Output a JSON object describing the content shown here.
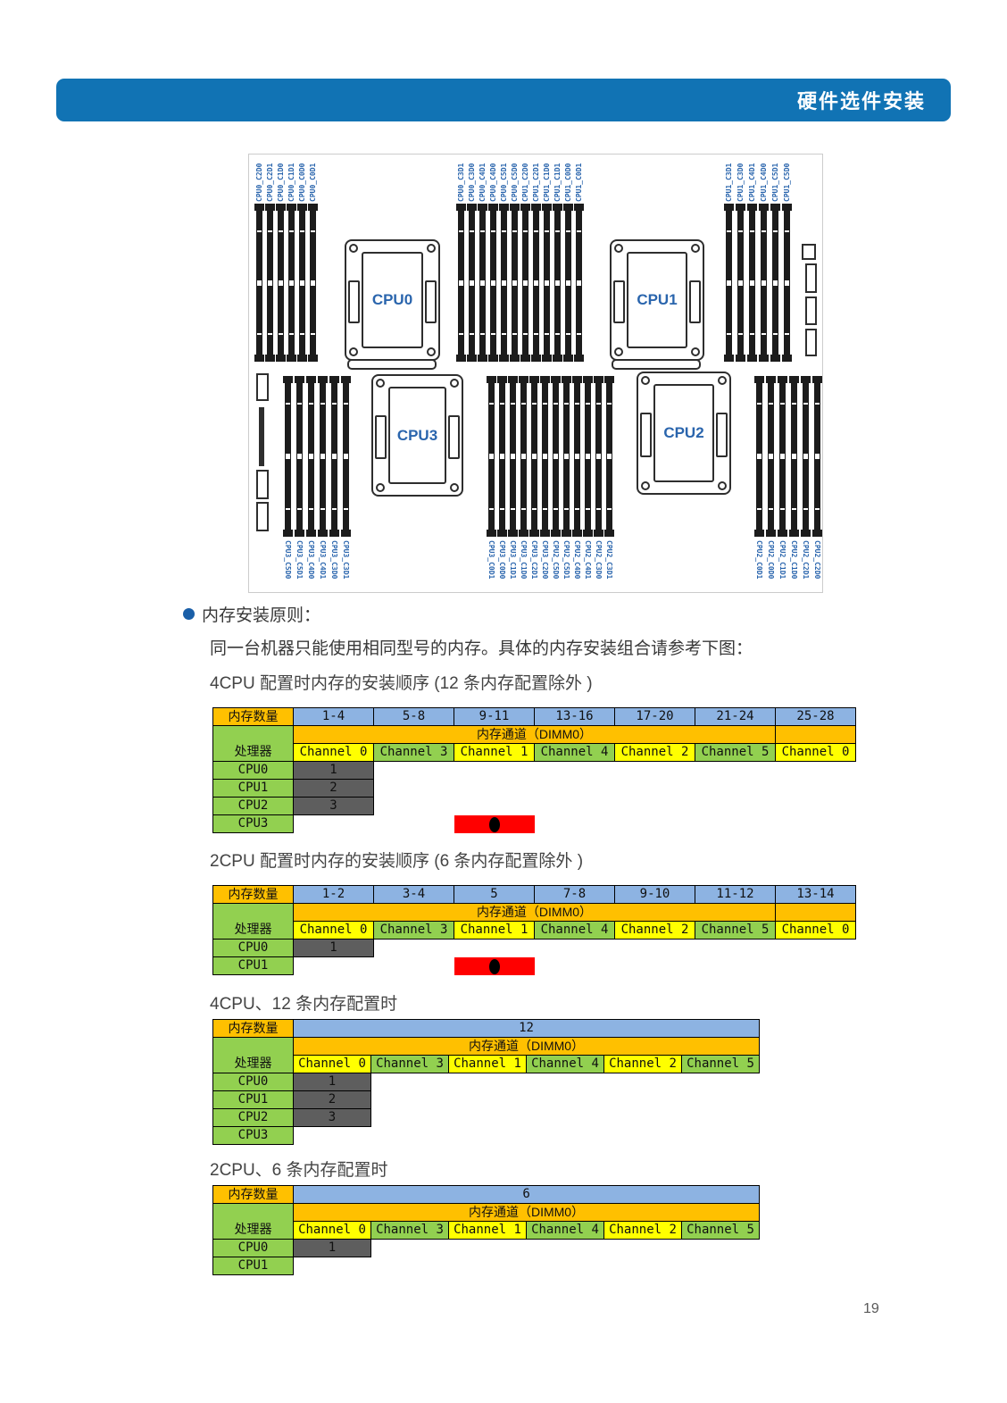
{
  "header": {
    "title": "硬件选件安装"
  },
  "notes": {
    "bullet": "内存安装原则：",
    "line2": "同一台机器只能使用相同型号的内存。具体的内存安装组合请参考下图："
  },
  "board": {
    "cpu_sockets": [
      "CPU0",
      "CPU1",
      "CPU2",
      "CPU3"
    ],
    "dimm_groups": [
      {
        "id": "top-left",
        "slots": [
          "CPU0_C2D0",
          "CPU0_C2D1",
          "CPU0_C1D0",
          "CPU0_C1D1",
          "CPU0_C0D0",
          "CPU0_C0D1"
        ]
      },
      {
        "id": "top-middle",
        "slots": [
          "CPU0_C3D1",
          "CPU0_C3D0",
          "CPU0_C4D1",
          "CPU0_C4D0",
          "CPU0_C5D1",
          "CPU0_C5D0",
          "CPU1_C2D0",
          "CPU1_C2D1",
          "CPU1_C1D0",
          "CPU1_C1D1",
          "CPU1_C0D0",
          "CPU1_C0D1"
        ]
      },
      {
        "id": "top-right",
        "slots": [
          "CPU1_C3D1",
          "CPU1_C3D0",
          "CPU1_C4D1",
          "CPU1_C4D0",
          "CPU1_C5D1",
          "CPU1_C5D0"
        ]
      },
      {
        "id": "bottom-left",
        "slots": [
          "CPU3_C5D0",
          "CPU3_C5D1",
          "CPU3_C4D0",
          "CPU3_C4D1",
          "CPU3_C3D0",
          "CPU3_C3D1"
        ]
      },
      {
        "id": "bottom-middle",
        "slots": [
          "CPU3_C0D1",
          "CPU3_C0D0",
          "CPU3_C1D1",
          "CPU3_C1D0",
          "CPU3_C2D1",
          "CPU3_C2D0",
          "CPU2_C5D0",
          "CPU2_C5D1",
          "CPU2_C4D0",
          "CPU2_C4D1",
          "CPU2_C3D0",
          "CPU2_C3D1"
        ]
      },
      {
        "id": "bottom-right",
        "slots": [
          "CPU2_C0D1",
          "CPU2_C0D0",
          "CPU2_C1D1",
          "CPU2_C1D0",
          "CPU2_C2D1",
          "CPU2_C2D0"
        ]
      }
    ]
  },
  "tables": [
    {
      "title": "4CPU 配置时内存的安装顺序 (12 条内存配置除外 )",
      "mem_count_label": "内存数量",
      "processor_label": "处理器",
      "channel_band_label": "内存通道（DIMM0）",
      "counts": [
        "1-4",
        "5-8",
        "9-11",
        "13-16",
        "17-20",
        "21-24",
        "25-28"
      ],
      "channels": [
        "Channel 0",
        "Channel 3",
        "Channel 1",
        "Channel 4",
        "Channel 2",
        "Channel 5",
        "Channel 0"
      ],
      "rows": [
        {
          "cpu": "CPU0",
          "order": "1"
        },
        {
          "cpu": "CPU1",
          "order": "2"
        },
        {
          "cpu": "CPU2",
          "order": "3"
        },
        {
          "cpu": "CPU3",
          "order": null,
          "marker_col": 2
        }
      ]
    },
    {
      "title": "2CPU 配置时内存的安装顺序 (6 条内存配置除外 )",
      "mem_count_label": "内存数量",
      "processor_label": "处理器",
      "channel_band_label": "内存通道（DIMM0）",
      "counts": [
        "1-2",
        "3-4",
        "5",
        "7-8",
        "9-10",
        "11-12",
        "13-14"
      ],
      "channels": [
        "Channel 0",
        "Channel 3",
        "Channel 1",
        "Channel 4",
        "Channel 2",
        "Channel 5",
        "Channel 0"
      ],
      "rows": [
        {
          "cpu": "CPU0",
          "order": "1"
        },
        {
          "cpu": "CPU1",
          "order": null,
          "marker_col": 2
        }
      ]
    },
    {
      "title": "4CPU、12 条内存配置时",
      "mem_count_label": "内存数量",
      "processor_label": "处理器",
      "channel_band_label": "内存通道（DIMM0）",
      "counts": [
        "12"
      ],
      "channels": [
        "Channel 0",
        "Channel 3",
        "Channel 1",
        "Channel 4",
        "Channel 2",
        "Channel 5"
      ],
      "rows": [
        {
          "cpu": "CPU0",
          "order": "1"
        },
        {
          "cpu": "CPU1",
          "order": "2"
        },
        {
          "cpu": "CPU2",
          "order": "3"
        },
        {
          "cpu": "CPU3",
          "order": null
        }
      ]
    },
    {
      "title": "2CPU、6 条内存配置时",
      "mem_count_label": "内存数量",
      "processor_label": "处理器",
      "channel_band_label": "内存通道（DIMM0）",
      "counts": [
        "6"
      ],
      "channels": [
        "Channel 0",
        "Channel 3",
        "Channel 1",
        "Channel 4",
        "Channel 2",
        "Channel 5"
      ],
      "rows": [
        {
          "cpu": "CPU0",
          "order": "1"
        },
        {
          "cpu": "CPU1",
          "order": null
        }
      ]
    }
  ],
  "page_number": "19",
  "colors": {
    "header_blue": "#1173b4",
    "accent_blue": "#1a5fa8",
    "label_blue": "#2a65ad",
    "cell_orange": "#ffc000",
    "cell_blue": "#8db3e2",
    "cell_green": "#92d050",
    "cell_yellow": "#ffff00",
    "cell_gray": "#5e5e5e",
    "marker_red": "#ff0000"
  }
}
